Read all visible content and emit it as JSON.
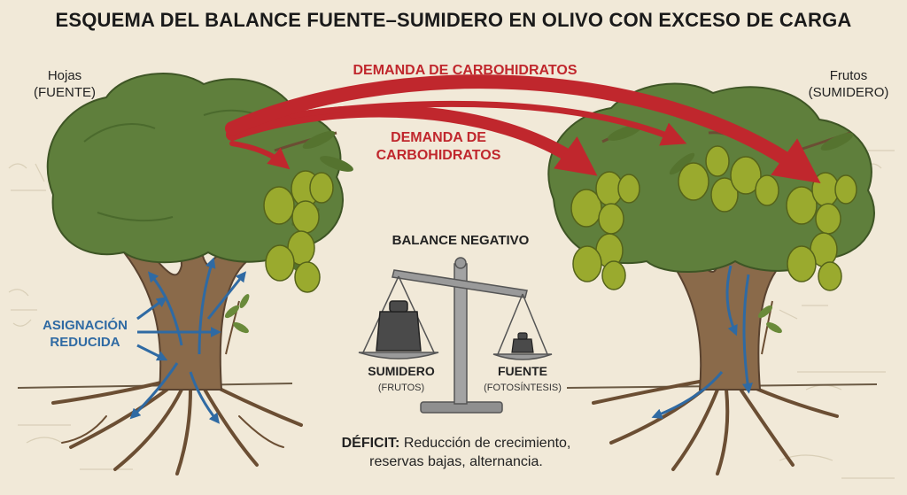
{
  "title": "ESQUEMA DEL BALANCE FUENTE–SUMIDERO EN OLIVO CON EXCESO DE CARGA",
  "left_tree": {
    "label_line1": "Hojas",
    "label_line2": "(FUENTE)"
  },
  "right_tree": {
    "label_line1": "Frutos",
    "label_line2": "(SUMIDERO)"
  },
  "arrows": {
    "demand_top": "DEMANDA DE CARBOHIDRATOS",
    "demand_mid_line1": "DEMANDA DE",
    "demand_mid_line2": "CARBOHIDRATOS"
  },
  "allocation": {
    "line1": "ASIGNACIÓN",
    "line2": "REDUCIDA"
  },
  "balance": {
    "title": "BALANCE NEGATIVO",
    "left_pan": {
      "label": "SUMIDERO",
      "sub": "(FRUTOS)"
    },
    "right_pan": {
      "label": "FUENTE",
      "sub": "(FOTOSÍNTESIS)"
    }
  },
  "deficit": {
    "label": "DÉFICIT:",
    "text_line1": " Reducción de crecimiento,",
    "text_line2": "reservas bajas, alternancia."
  },
  "colors": {
    "background": "#f1e9d8",
    "canopy": "#5f7f3c",
    "trunk": "#8a6a4a",
    "olive": "#9aaa2e",
    "arrow_red": "#c0272d",
    "arrow_blue": "#2f6aa3",
    "scale": "#8f8f8f"
  }
}
